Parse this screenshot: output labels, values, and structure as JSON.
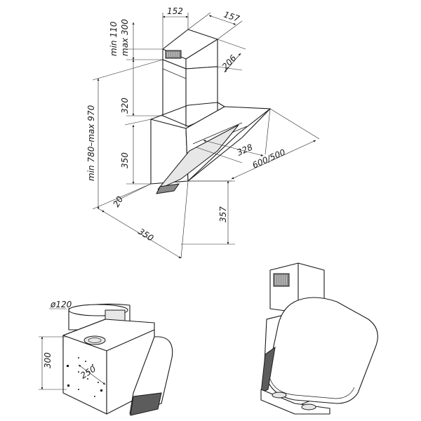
{
  "dimensions": {
    "top_width": "152",
    "top_depth": "157",
    "chimney_side": "206",
    "chimney_height_range": "min 110\nmax 300",
    "chimney_height_min": "min 110",
    "chimney_height_max": "max 300",
    "upper_section": "320",
    "lower_section": "350",
    "total_height": "min 780–max 970",
    "panel_depth": "328",
    "overall_width": "600/500",
    "bottom_offset": "20",
    "body_width": "350",
    "glass_height": "357",
    "outlet_diameter": "ø120",
    "bracket_height": "300",
    "bracket_width": "250"
  }
}
